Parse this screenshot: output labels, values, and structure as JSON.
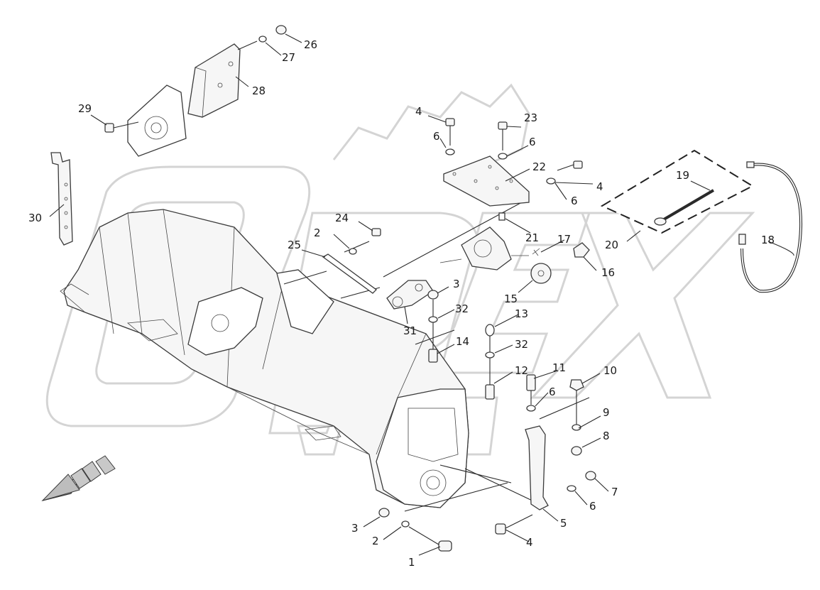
{
  "diagram": {
    "callouts": {
      "c1": "1",
      "c2a": "2",
      "c2b": "2",
      "c3a": "3",
      "c3b": "3",
      "c4a": "4",
      "c4b": "4",
      "c4c": "4",
      "c5": "5",
      "c6a": "6",
      "c6b": "6",
      "c6c": "6",
      "c6d": "6",
      "c6e": "6",
      "c7": "7",
      "c8": "8",
      "c9": "9",
      "c10": "10",
      "c11": "11",
      "c12": "12",
      "c13": "13",
      "c14": "14",
      "c15": "15",
      "c16": "16",
      "c17": "17",
      "c18": "18",
      "c19": "19",
      "c20": "20",
      "c21": "21",
      "c22": "22",
      "c23": "23",
      "c24": "24",
      "c25": "25",
      "c26": "26",
      "c27": "27",
      "c28": "28",
      "c29": "29",
      "c30": "30",
      "c31": "31",
      "c32a": "32",
      "c32b": "32"
    },
    "watermark_text": "OPEX"
  }
}
